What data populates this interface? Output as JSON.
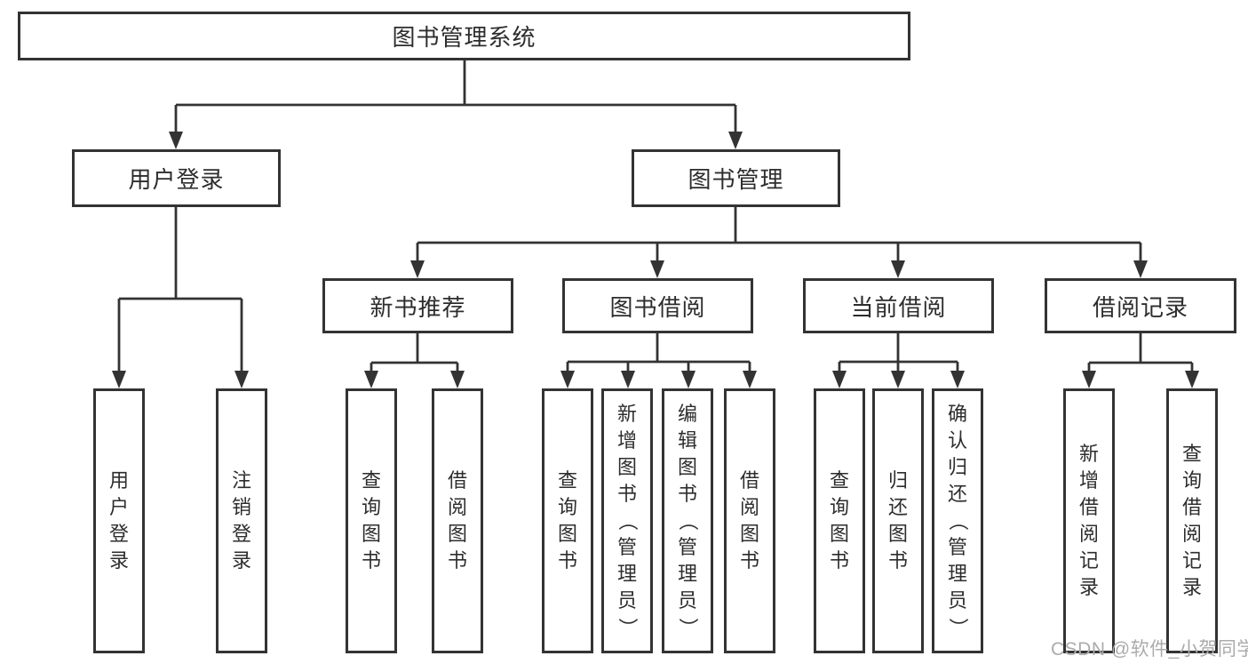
{
  "diagram_title": "图书管理系统",
  "tree": {
    "label": "图书管理系统",
    "children": [
      {
        "label": "用户登录",
        "children": [
          {
            "label": "用户登录"
          },
          {
            "label": "注销登录"
          }
        ]
      },
      {
        "label": "图书管理",
        "children": [
          {
            "label": "新书推荐",
            "children": [
              {
                "label": "查询图书"
              },
              {
                "label": "借阅图书"
              }
            ]
          },
          {
            "label": "图书借阅",
            "children": [
              {
                "label": "查询图书"
              },
              {
                "label": "新增图书（管理员）"
              },
              {
                "label": "编辑图书（管理员）"
              },
              {
                "label": "借阅图书"
              }
            ]
          },
          {
            "label": "当前借阅",
            "children": [
              {
                "label": "查询图书"
              },
              {
                "label": "归还图书"
              },
              {
                "label": "确认归还（管理员）"
              }
            ]
          },
          {
            "label": "借阅记录",
            "children": [
              {
                "label": "新增借阅记录"
              },
              {
                "label": "查询借阅记录"
              }
            ]
          }
        ]
      }
    ]
  },
  "watermark": "CSDN @软件_小贺同学",
  "colors": {
    "line": "#333333",
    "text": "#2d2d2d",
    "watermark": "#ababab",
    "background": "#ffffff"
  }
}
